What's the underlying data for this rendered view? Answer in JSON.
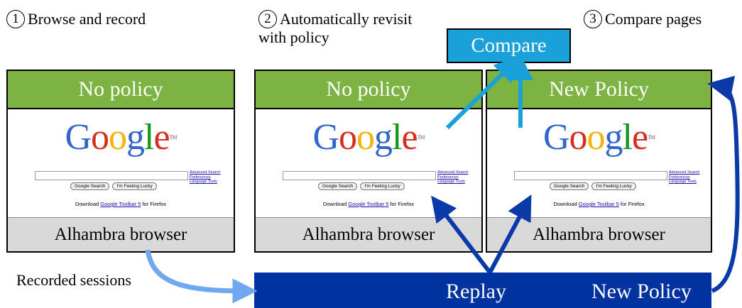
{
  "steps": [
    {
      "num": "1",
      "label": "Browse and record"
    },
    {
      "num": "2",
      "label_line1": "Automatically revisit",
      "label_line2": "with policy"
    },
    {
      "num": "3",
      "label": "Compare pages"
    }
  ],
  "compare_box": {
    "label": "Compare",
    "color": "#1ba1d9"
  },
  "panels": [
    {
      "header": "No policy",
      "footer": "Alhambra browser"
    },
    {
      "header": "No policy",
      "footer": "Alhambra browser"
    },
    {
      "header": "New Policy",
      "footer": "Alhambra browser"
    }
  ],
  "google_page": {
    "logo": "Google",
    "tm": "TM",
    "button_search": "Google Search",
    "button_lucky": "I'm Feeling Lucky",
    "links": [
      "Advanced Search",
      "Preferences",
      "Language Tools"
    ],
    "download_prefix": "Download",
    "download_link": "Google Toolbar 5",
    "download_suffix": "for Firefox"
  },
  "recorded_label": "Recorded sessions",
  "replay_bar": {
    "replay_label": "Replay",
    "policy_label": "New Policy",
    "color": "#0033a0"
  },
  "colors": {
    "header_green": "#7cb342",
    "footer_gray": "#d9d9d9",
    "arrow_light": "#1ba1d9",
    "arrow_dark": "#0a3aa8",
    "arrow_pale": "#6fa8f0"
  }
}
